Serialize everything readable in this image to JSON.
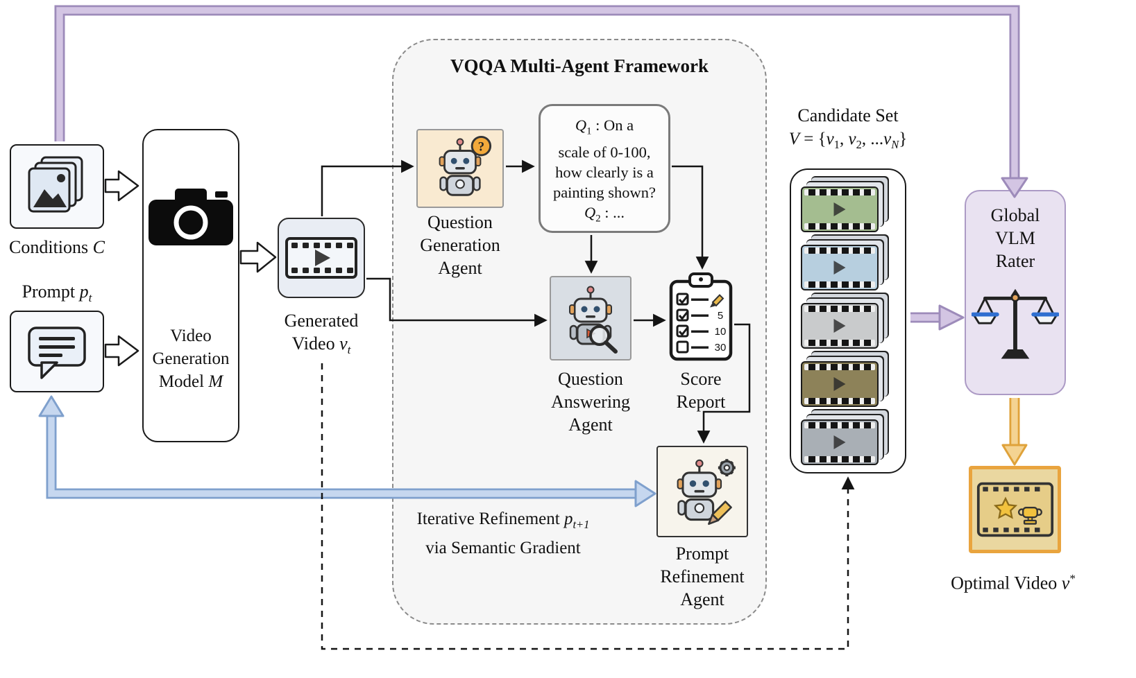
{
  "colors": {
    "purple_fill": "#d3c5e3",
    "purple_stroke": "#9d8bba",
    "blue_fill": "#c6d7ef",
    "blue_stroke": "#7fa0cd",
    "orange_fill": "#f4d392",
    "orange_stroke": "#dfa23a",
    "framework_bg": "#f6f6f6",
    "framework_border": "#8a8a8a",
    "rater_bg": "#e9e2f1",
    "rater_border": "#ac9ac5",
    "optimal_bg": "#ead7a0",
    "optimal_border": "#e9a43e"
  },
  "conditions": {
    "label": [
      {
        "t": "Conditions "
      },
      {
        "t": "C",
        "v": true
      }
    ]
  },
  "prompt": {
    "label": [
      {
        "t": "Prompt "
      },
      {
        "t": "p",
        "v": true
      },
      {
        "sub": "t",
        "v": true
      }
    ]
  },
  "video_model": {
    "lines": [
      [
        {
          "t": "Video"
        }
      ],
      [
        {
          "t": "Generation"
        }
      ],
      [
        {
          "t": "Model "
        },
        {
          "t": "M",
          "v": true
        }
      ]
    ]
  },
  "generated_video": {
    "lines": [
      [
        {
          "t": "Generated"
        }
      ],
      [
        {
          "t": "Video "
        },
        {
          "t": "v",
          "v": true
        },
        {
          "sub": "t",
          "v": true
        }
      ]
    ]
  },
  "framework": {
    "title": "VQQA Multi-Agent Framework",
    "question_bubble": {
      "lines": [
        [
          {
            "t": "Q",
            "v": true
          },
          {
            "sub": "1"
          },
          {
            "t": " : On a"
          }
        ],
        [
          {
            "t": "scale of 0-100,"
          }
        ],
        [
          {
            "t": "how clearly is a"
          }
        ],
        [
          {
            "t": "painting shown?"
          }
        ],
        [
          {
            "t": "Q",
            "v": true
          },
          {
            "sub": "2"
          },
          {
            "t": " :  ..."
          }
        ]
      ]
    },
    "question_generation_agent": {
      "label_lines": [
        "Question",
        "Generation",
        "Agent"
      ],
      "question_mark": "?"
    },
    "question_answering_agent": {
      "label_lines": [
        "Question",
        "Answering",
        "Agent"
      ]
    },
    "score_report": {
      "label_lines": [
        "Score",
        "Report"
      ],
      "values": [
        "5",
        "10",
        "30"
      ]
    },
    "prompt_refinement_agent": {
      "label_lines": [
        "Prompt",
        "Refinement",
        "Agent"
      ]
    },
    "iterative_note": {
      "lines": [
        [
          {
            "t": "Iterative Refinement "
          },
          {
            "t": "p",
            "v": true
          },
          {
            "sub": "t+1",
            "v": true
          }
        ],
        [
          {
            "t": "via Semantic Gradient"
          }
        ]
      ]
    }
  },
  "candidate_set": {
    "title": "Candidate Set",
    "formula": [
      {
        "t": "V",
        "v": true
      },
      {
        "t": " = {"
      },
      {
        "t": "v",
        "v": true
      },
      {
        "sub": "1"
      },
      {
        "t": ", "
      },
      {
        "t": "v",
        "v": true
      },
      {
        "sub": "2"
      },
      {
        "t": ", ..."
      },
      {
        "t": "v",
        "v": true
      },
      {
        "sub": "N",
        "v": true
      },
      {
        "t": "}"
      }
    ],
    "thumb_colors": [
      "#a4bd90",
      "#b7cfdf",
      "#c9cbcc",
      "#8d8259",
      "#a9afb5"
    ]
  },
  "rater": {
    "label_lines": [
      "Global",
      "VLM",
      "Rater"
    ]
  },
  "optimal": {
    "label": [
      {
        "t": "Optimal Video "
      },
      {
        "t": "v",
        "v": true
      },
      {
        "sup": "*"
      }
    ]
  }
}
